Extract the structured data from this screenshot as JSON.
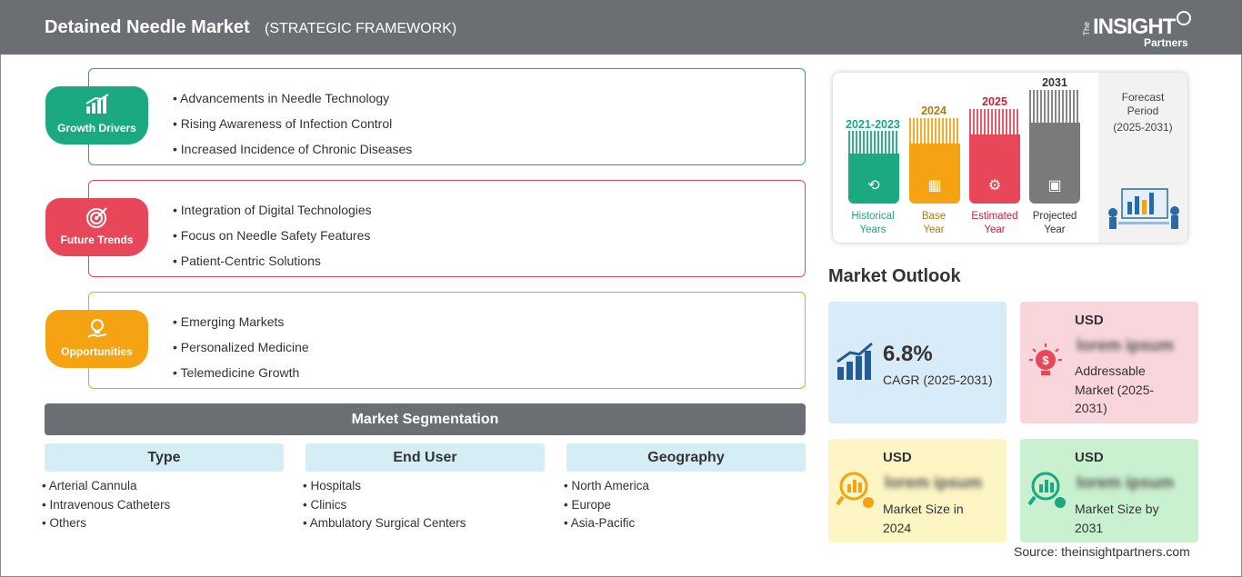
{
  "header": {
    "title": "Detained Needle Market",
    "subtitle": "(STRATEGIC FRAMEWORK)",
    "logo": {
      "the": "The",
      "insight": "INSIGHT",
      "partners": "Partners"
    }
  },
  "sections": [
    {
      "label": "Growth Drivers",
      "color": "#1aa981",
      "icon": "growth-chart-icon",
      "items": [
        "Advancements in Needle Technology",
        "Rising Awareness of Infection Control",
        "Increased Incidence of Chronic Diseases"
      ]
    },
    {
      "label": "Future Trends",
      "color": "#e8475a",
      "icon": "target-icon",
      "items": [
        "Integration of Digital Technologies",
        "Focus on Needle Safety Features",
        "Patient-Centric Solutions"
      ]
    },
    {
      "label": "Opportunities",
      "color": "#f5a312",
      "icon": "lightbulb-hand-icon",
      "items": [
        "Emerging Markets",
        "Personalized Medicine",
        "Telemedicine Growth"
      ]
    }
  ],
  "segmentation": {
    "title": "Market Segmentation",
    "columns": [
      {
        "head": "Type",
        "items": [
          "Arterial Cannula",
          "Intravenous Catheters",
          "Others"
        ]
      },
      {
        "head": "End User",
        "items": [
          "Hospitals",
          "Clinics",
          "Ambulatory Surgical Centers"
        ]
      },
      {
        "head": "Geography",
        "items": [
          "North America",
          "Europe",
          "Asia-Pacific"
        ]
      }
    ]
  },
  "timeline": {
    "bars": [
      {
        "year": "2021-2023",
        "caption1": "Historical",
        "caption2": "Years",
        "color": "#1aa981",
        "icon": "history-icon"
      },
      {
        "year": "2024",
        "caption1": "Base",
        "caption2": "Year",
        "color": "#f5a312",
        "icon": "calendar-icon"
      },
      {
        "year": "2025",
        "caption1": "Estimated",
        "caption2": "Year",
        "color": "#e8475a",
        "icon": "estimate-icon"
      },
      {
        "year": "2031",
        "caption1": "Projected",
        "caption2": "Year",
        "color": "#7a7a7a",
        "icon": "presentation-icon"
      }
    ],
    "forecast": {
      "line1": "Forecast",
      "line2": "Period",
      "line3": "(2025-2031)"
    }
  },
  "outlook": {
    "title": "Market Outlook",
    "cagr": {
      "value": "6.8%",
      "label": "CAGR (2025-2031)"
    },
    "addressable": {
      "usd": "USD",
      "value": "lorem ipsum",
      "label1": "Addressable",
      "label2": "Market (2025-",
      "label3": "2031)"
    },
    "size2024": {
      "usd": "USD",
      "value": "lorem ipsum",
      "label1": "Market Size in",
      "label2": "2024"
    },
    "size2031": {
      "usd": "USD",
      "value": "lorem ipsum",
      "label1": "Market Size by",
      "label2": "2031"
    },
    "colors": {
      "cagr": "#d7ecf8",
      "addressable": "#f8d6dc",
      "size2024": "#fdf5c3",
      "size2031": "#c9f0cf"
    }
  },
  "source": "Source: theinsightpartners.com"
}
